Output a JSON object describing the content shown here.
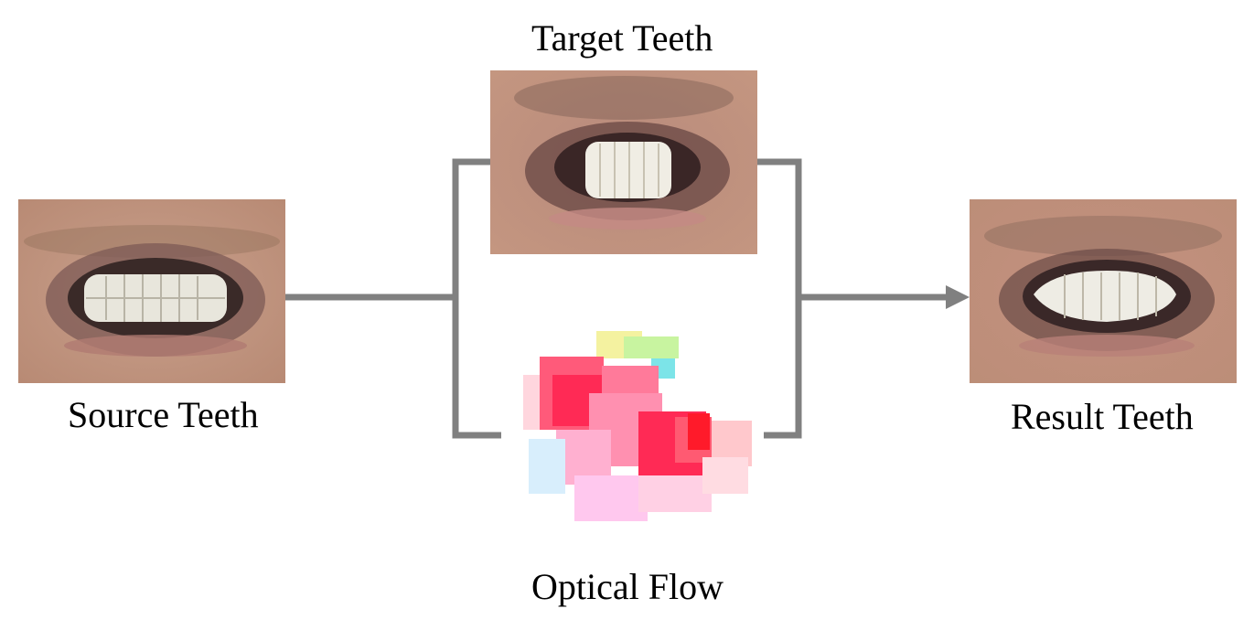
{
  "labels": {
    "source": "Source Teeth",
    "target": "Target Teeth",
    "flow": "Optical Flow",
    "result": "Result Teeth"
  },
  "colors": {
    "connector": "#808080",
    "skin": "#c49680",
    "lip": "#a87268",
    "teeth": "#f2f0ea",
    "flow_red": "#ff2a55"
  }
}
